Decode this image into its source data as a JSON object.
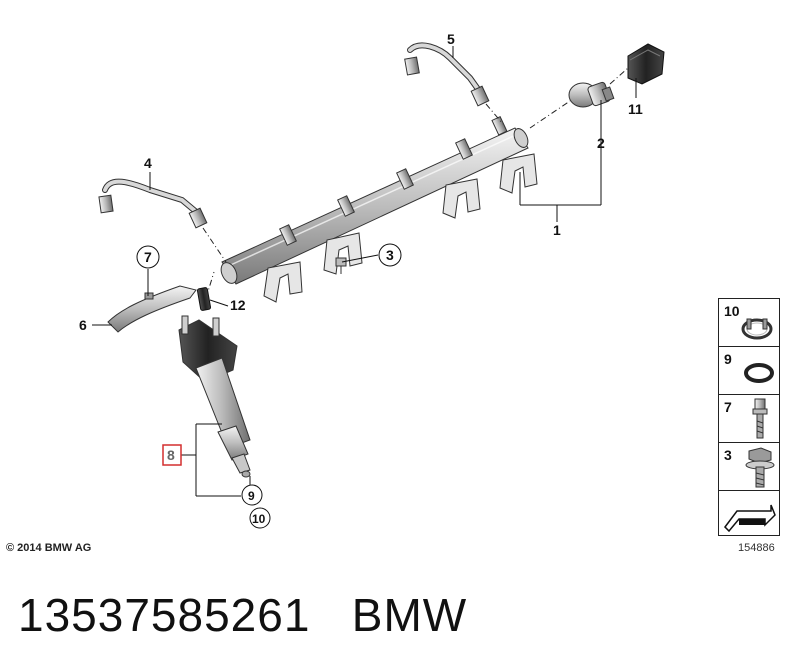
{
  "copyright": "© 2014 BMW AG",
  "diagram_number": "154886",
  "caption": {
    "part_number": "13537585261",
    "brand": "BMW"
  },
  "callouts": {
    "c1": "1",
    "c2": "2",
    "c3": "3",
    "c4": "4",
    "c5": "5",
    "c6": "6",
    "c7": "7",
    "c8": "8",
    "c9": "9",
    "c10": "10",
    "c11": "11",
    "c12": "12"
  },
  "side_panel": {
    "items": [
      "10",
      "9",
      "7",
      "3"
    ]
  },
  "colors": {
    "highlight": "#d32f2f",
    "part_fill": "#d9d9d9",
    "part_stroke": "#333333"
  }
}
